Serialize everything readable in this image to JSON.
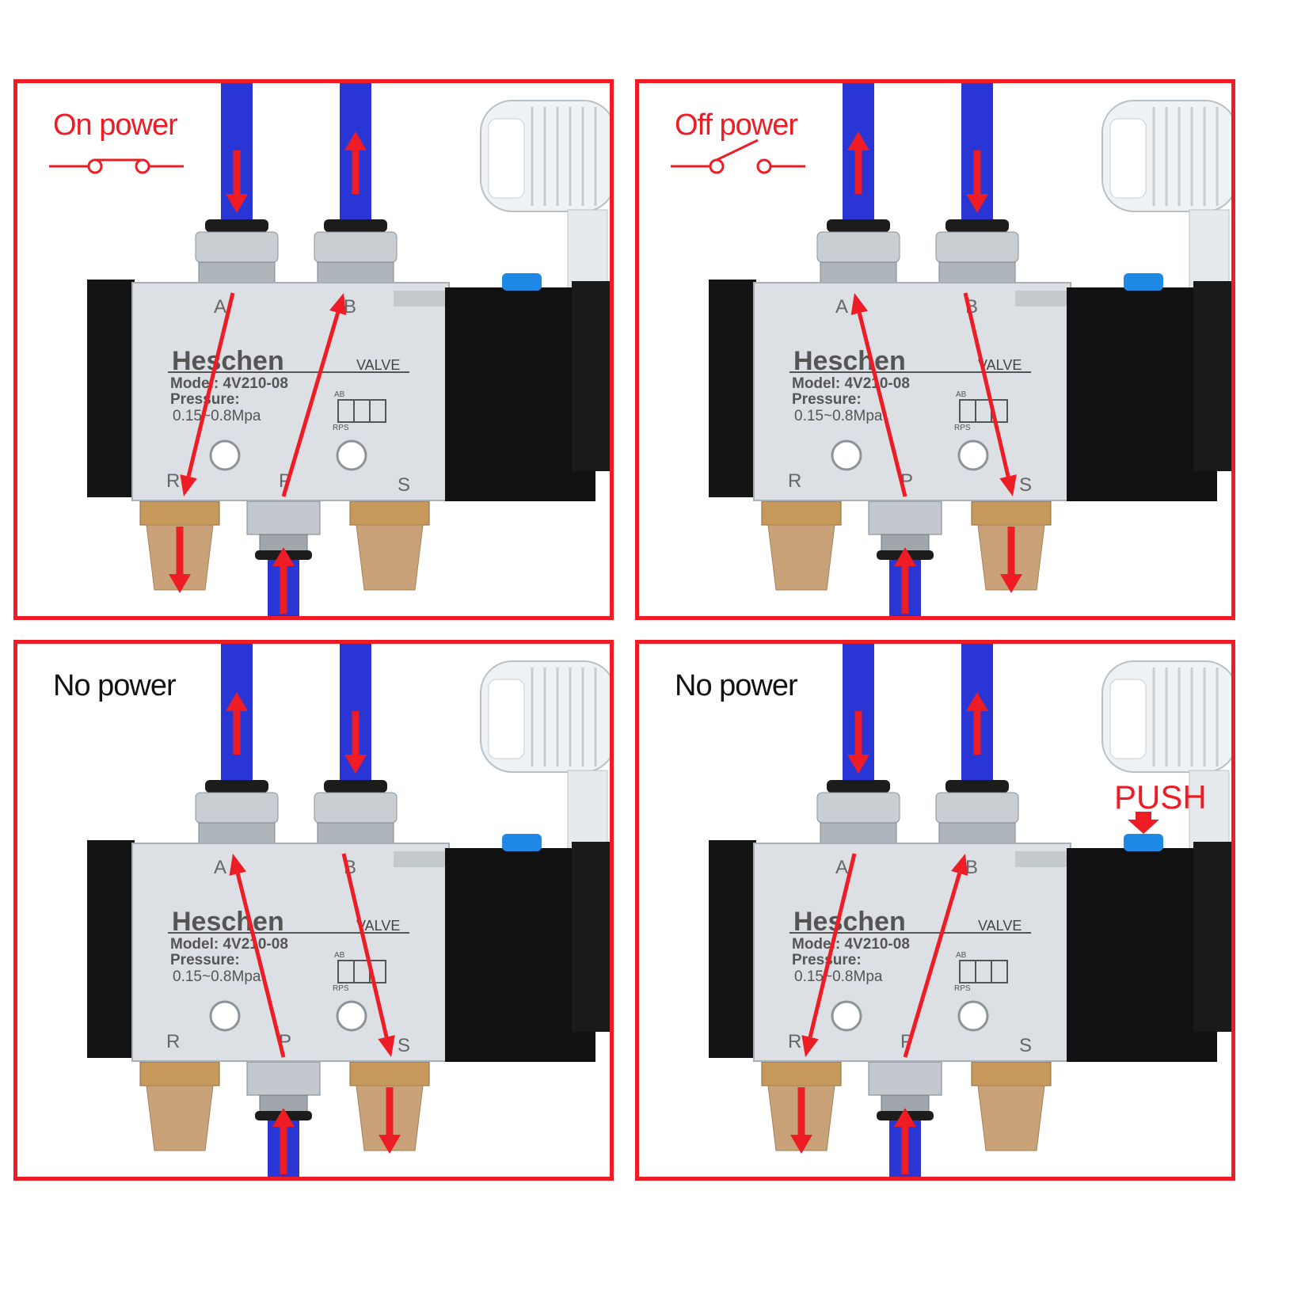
{
  "colors": {
    "frame": "#ee1c25",
    "arrow": "#ee1c25",
    "tube": "#2a35d6",
    "body": "#dcdfe3",
    "coil": "#111111",
    "brass": "#c9a27a"
  },
  "valve": {
    "brand": "Heschen",
    "type": "VALVE",
    "model": "Model: 4V210-08",
    "pressure_label": "Pressure:",
    "pressure_range": "0.15~0.8Mpa",
    "symbol_top": "AB",
    "symbol_bottom": "RPS",
    "ports": {
      "a": "A",
      "b": "B",
      "r": "R",
      "p": "P",
      "s": "S"
    }
  },
  "panels": [
    {
      "title": "On power",
      "title_color": "#ee1c25",
      "switch_state": "closed",
      "tube_a": "down",
      "tube_b": "up",
      "exhaust": "R",
      "inlet": "P",
      "routes": [
        "A-R",
        "P-B"
      ],
      "push": ""
    },
    {
      "title": "Off power",
      "title_color": "#ee1c25",
      "switch_state": "open",
      "tube_a": "up",
      "tube_b": "down",
      "exhaust": "S",
      "inlet": "P",
      "routes": [
        "P-A",
        "B-S"
      ],
      "push": ""
    },
    {
      "title": "No power",
      "title_color": "#111111",
      "switch_state": "none",
      "tube_a": "up",
      "tube_b": "down",
      "exhaust": "S",
      "inlet": "P",
      "routes": [
        "P-A",
        "B-S"
      ],
      "push": ""
    },
    {
      "title": "No power",
      "title_color": "#111111",
      "switch_state": "none",
      "tube_a": "down",
      "tube_b": "up",
      "exhaust": "R",
      "inlet": "P",
      "routes": [
        "A-R",
        "P-B"
      ],
      "push": "PUSH"
    }
  ]
}
